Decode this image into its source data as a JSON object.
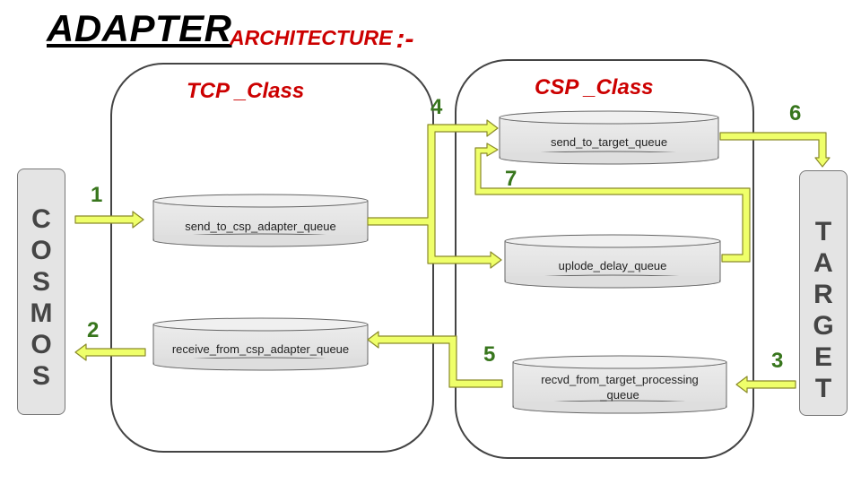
{
  "title": {
    "main": "ADAPTER",
    "sub": "ARCHITECTURE",
    "sep": ":-"
  },
  "tcp_class": {
    "title": "TCP _Class"
  },
  "csp_class": {
    "title": "CSP _Class"
  },
  "cosmos": {
    "letters": [
      "C",
      "O",
      "S",
      "M",
      "O",
      "S"
    ]
  },
  "target": {
    "letters": [
      "T",
      "A",
      "R",
      "G",
      "E",
      "T"
    ]
  },
  "queues": {
    "send_to_csp": "send_to_csp_adapter_queue",
    "receive_from_csp": "receive_from_csp_adapter_queue",
    "send_to_target": "send_to_target_queue",
    "uplode_delay": "uplode_delay_queue",
    "recvd_from_target_l1": "recvd_from_target_processing",
    "recvd_from_target_l2": "_queue"
  },
  "steps": [
    "1",
    "2",
    "3",
    "4",
    "5",
    "6",
    "7"
  ],
  "colors": {
    "arrow_fill": "#efff6a",
    "arrow_stroke": "#8a8a2a",
    "step_number": "#38761d",
    "class_title": "#cc0000"
  }
}
